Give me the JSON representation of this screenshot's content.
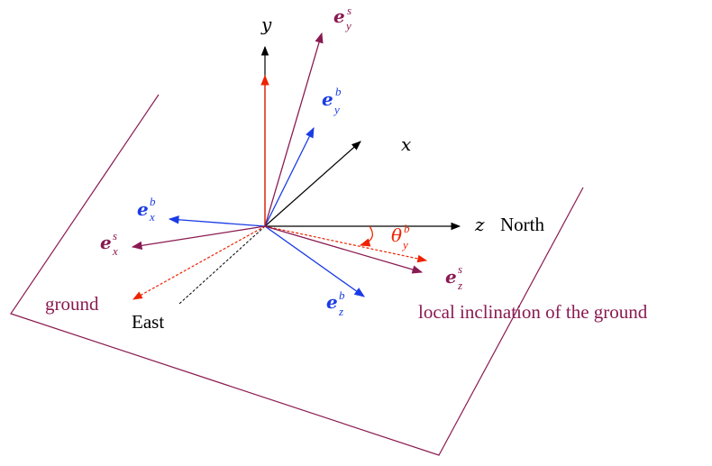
{
  "colors": {
    "black": "#000000",
    "red": "#ee2200",
    "blue": "#1a3be6",
    "maroon": "#8a1a52",
    "plane": "#8a1a52"
  },
  "labels": {
    "y_axis": "y",
    "x_axis": "x",
    "z_axis": "z",
    "north": "North",
    "east": "East",
    "ground": "ground",
    "local_inclination": "local inclination of the ground",
    "e_letter": "e",
    "sup_s": "s",
    "sup_b": "b",
    "sub_x": "x",
    "sub_y": "y",
    "sub_z": "z",
    "theta": "θ",
    "theta_sup": "b",
    "theta_sub": "y"
  },
  "icons": {
    "arrow_head": "arrowhead-triangle"
  }
}
